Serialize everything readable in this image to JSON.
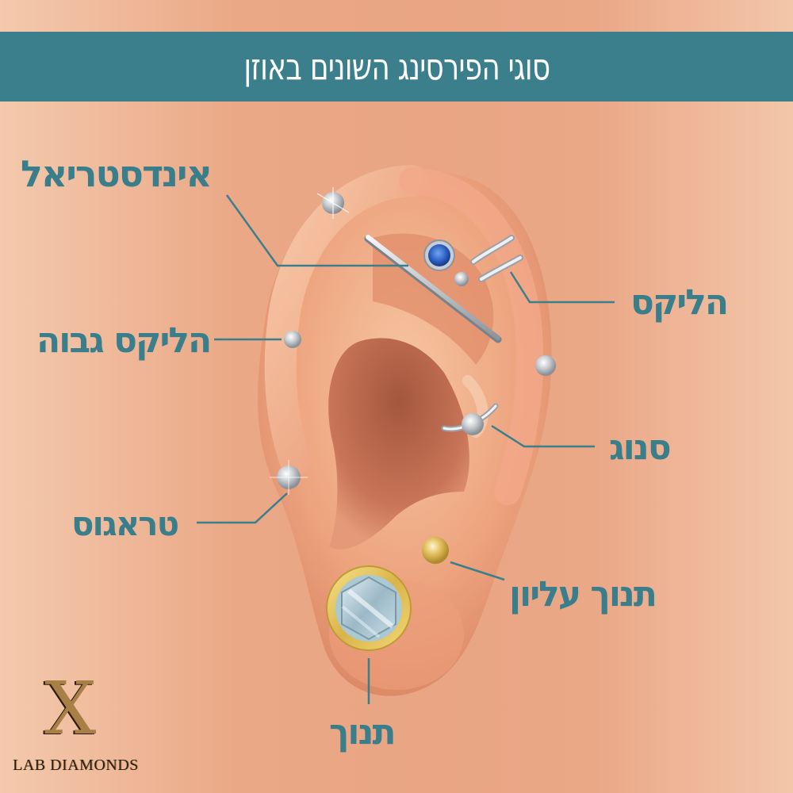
{
  "title": "סוגי הפירסינג השונים באוזן",
  "labels": {
    "industrial": "אינדסטריאל",
    "high_helix": "הליקס גבוה",
    "tragus": "טראגוס",
    "helix": "הליקס",
    "snug": "סנוג",
    "upper_lobe": "תנוך עליון",
    "lobe": "תנוך"
  },
  "logo": {
    "mark": "X",
    "text": "LAB DIAMONDS"
  },
  "colors": {
    "accent_teal": "#3b7f8c",
    "background_peach": "#eaa886",
    "label_text": "#3a7d8b",
    "gold": "#d9b44a"
  }
}
